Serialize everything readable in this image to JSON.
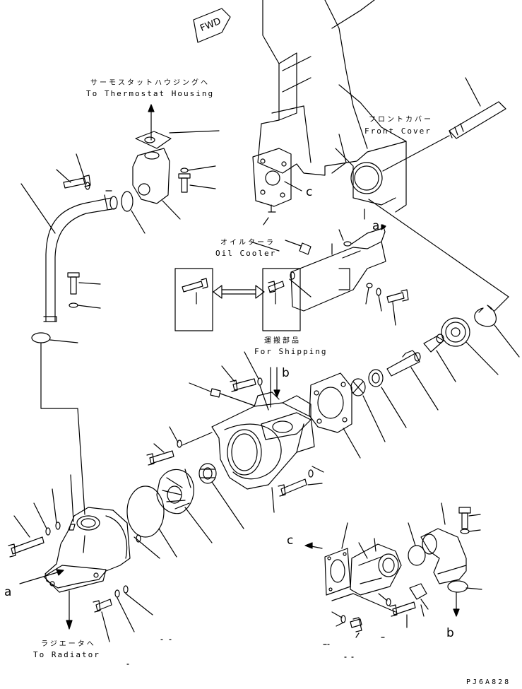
{
  "fwd_label": "FWD",
  "callouts": {
    "thermostat_jp": "サーモスタットハウジングへ",
    "thermostat_en": "To Thermostat Housing",
    "front_cover_jp": "フロントカバー",
    "front_cover_en": "Front Cover",
    "oil_cooler_jp": "オイルクーラ",
    "oil_cooler_en": "Oil Cooler",
    "shipping_jp": "運搬部品",
    "shipping_en": "For Shipping",
    "radiator_jp": "ラジエータへ",
    "radiator_en": "To Radiator"
  },
  "letters": {
    "a_upper": "a",
    "a_lower": "a",
    "b_center": "b",
    "b_lower": "b",
    "c_upper": "c",
    "c_lower": "c"
  },
  "drawing_code": "PJ6A828"
}
